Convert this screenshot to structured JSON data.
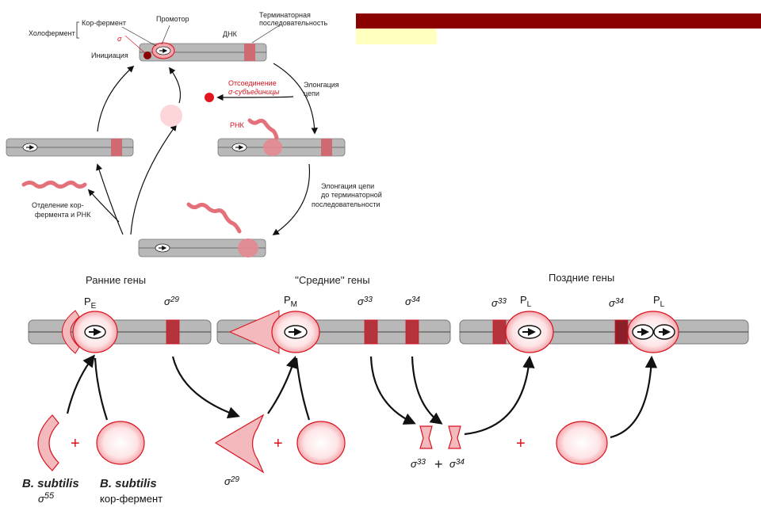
{
  "colors": {
    "dna": "#b8b8b8",
    "dna_dark": "#8f8f8f",
    "band": "#b5333d",
    "band_light": "#e08088",
    "sigma": "#f4b9bd",
    "sigma_stroke": "#d8121e",
    "red_text": "#d8121e",
    "header_bar": "#8b0000",
    "header_highlight": "#ffffc0"
  },
  "cycle": {
    "holoenzyme": "Холофермент",
    "core_enzyme": "Кор-фермент",
    "sigma": "σ",
    "initiation": "Инициация",
    "promoter": "Промотор",
    "dna": "ДНК",
    "terminator_line1": "Терминаторная",
    "terminator_line2": "последовательность",
    "elongation_line1": "Элонгация",
    "elongation_line2": "цепи",
    "sigma_release_line1": "Отсоединение",
    "sigma_release_line2": "σ-субъединицы",
    "rna": "РНК",
    "elongation_term_line1": "Элонгация  цепи",
    "elongation_term_line2": "до терминаторной",
    "elongation_term_line3": "последовательности",
    "release_line1": "Отделение кор-",
    "release_line2": "фермента и РНК"
  },
  "phage": {
    "early_genes": "Ранние гены",
    "middle_genes": "''Средние'' гены",
    "late_genes": "Поздние гены",
    "pe": "P",
    "pe_sub": "E",
    "pm": "P",
    "pm_sub": "M",
    "pl": "P",
    "pl_sub": "L",
    "pl2": "P",
    "pl2_sub": "L",
    "s29": "σ",
    "s29_sup": "29",
    "s33a": "σ",
    "s33a_sup": "33",
    "s34a": "σ",
    "s34a_sup": "34",
    "s33b": "σ",
    "s33b_sup": "33",
    "s34b": "σ",
    "s34b_sup": "34",
    "s29_bottom": "σ",
    "s29_bottom_sup": "29",
    "s33_bottom": "σ",
    "s33_bottom_sup": "33",
    "plus_black": "+",
    "s34_bottom": "σ",
    "s34_bottom_sup": "34",
    "plus1": "+",
    "plus2": "+",
    "plus3": "+",
    "bsub1": "B. subtilis",
    "bsub1_sigma": "σ",
    "bsub1_sigma_sup": "55",
    "bsub2": "B. subtilis",
    "bsub2_core": "кор-фермент"
  }
}
